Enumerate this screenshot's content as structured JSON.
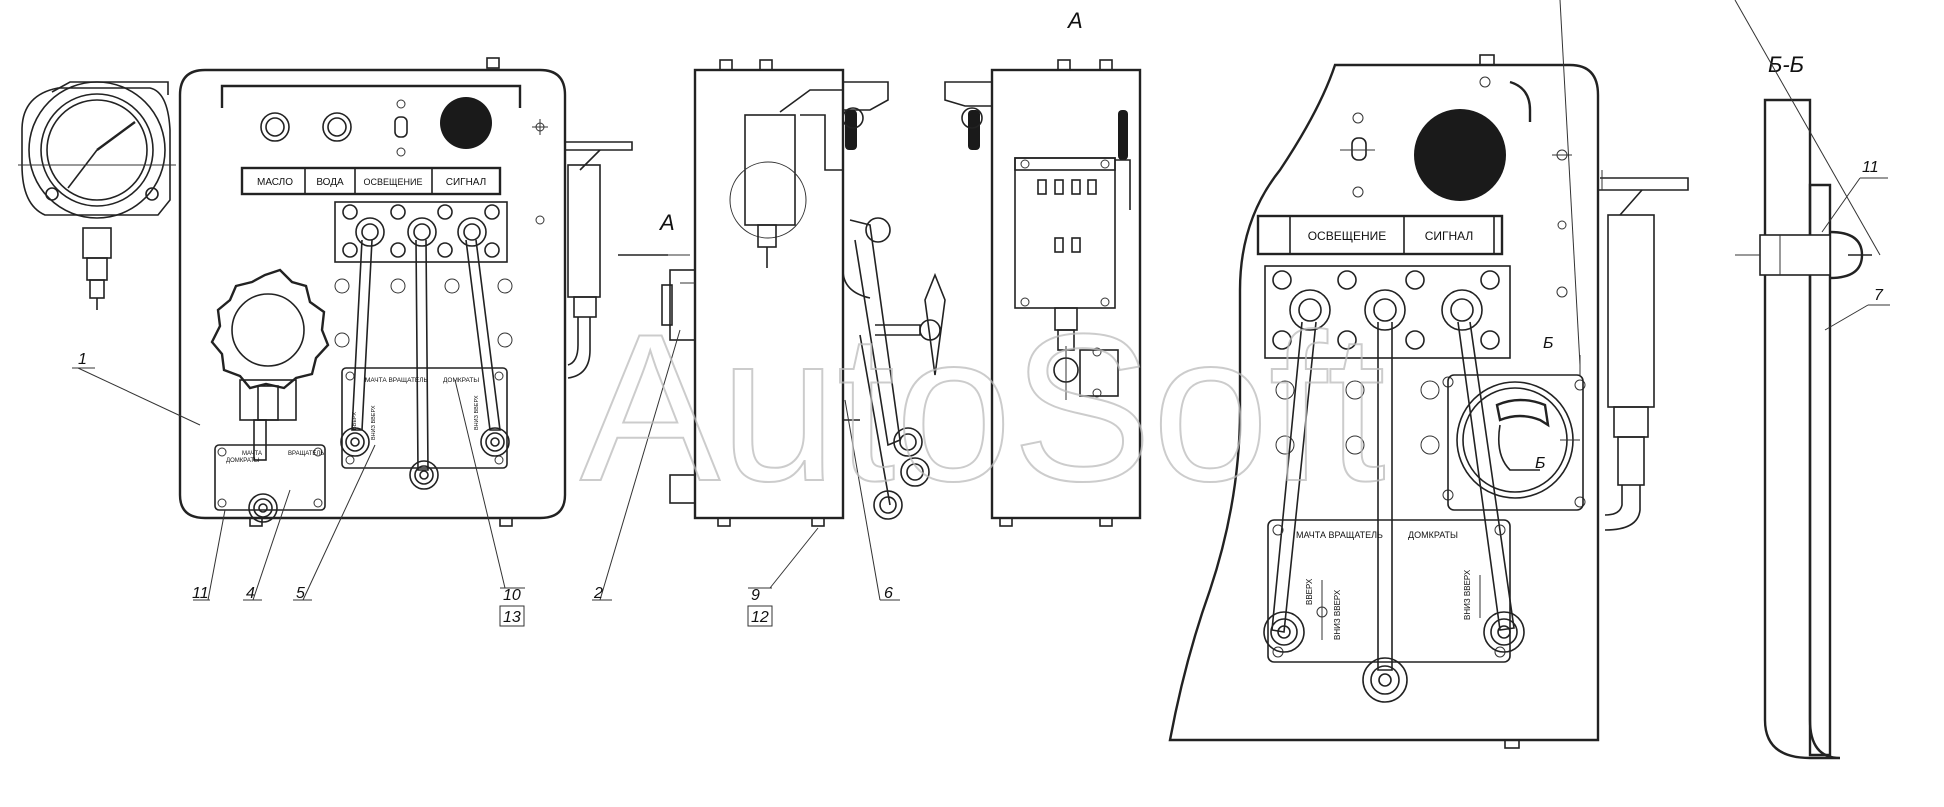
{
  "view_labels": {
    "view_a_top": "А",
    "view_a_marker": "А",
    "section_bb": "Б-Б",
    "section_mark_1": "Б",
    "section_mark_2": "Б"
  },
  "front_panel": {
    "plate_labels": [
      "МАСЛО",
      "ВОДА",
      "ОСВЕЩЕНИЕ",
      "СИГНАЛ"
    ],
    "lever_plate": {
      "left": "МАЧТА ВРАЩАТЕЛЬ",
      "right": "ДОМКРАТЫ",
      "arrow_up": "ВВЕРХ",
      "arrow_down": "ВНИЗ ВВЕРХ",
      "right_vertical": "ВНИЗ ВВЕРХ"
    },
    "small_plate": {
      "line1": "МАЧТА",
      "line2": "ДОМКРАТЫ",
      "line3": "ВРАЩАТЕЛЬ"
    }
  },
  "enlarged_panel": {
    "plate_labels": [
      "ОСВЕЩЕНИЕ",
      "СИГНАЛ"
    ],
    "lever_plate": {
      "left": "МАЧТА ВРАЩАТЕЛЬ",
      "right": "ДОМКРАТЫ",
      "arrow_up": "ВВЕРХ",
      "arrow_down": "ВНИЗ ВВЕРХ",
      "right_vertical": "ВНИЗ ВВЕРХ"
    }
  },
  "callouts": {
    "c1": "1",
    "c2": "2",
    "c4": "4",
    "c5": "5",
    "c6": "6",
    "c7": "7",
    "c9": "9",
    "c10": "10",
    "c11a": "11",
    "c11b": "11",
    "c12": "12",
    "c13": "13"
  },
  "watermark": "AutoSoft"
}
